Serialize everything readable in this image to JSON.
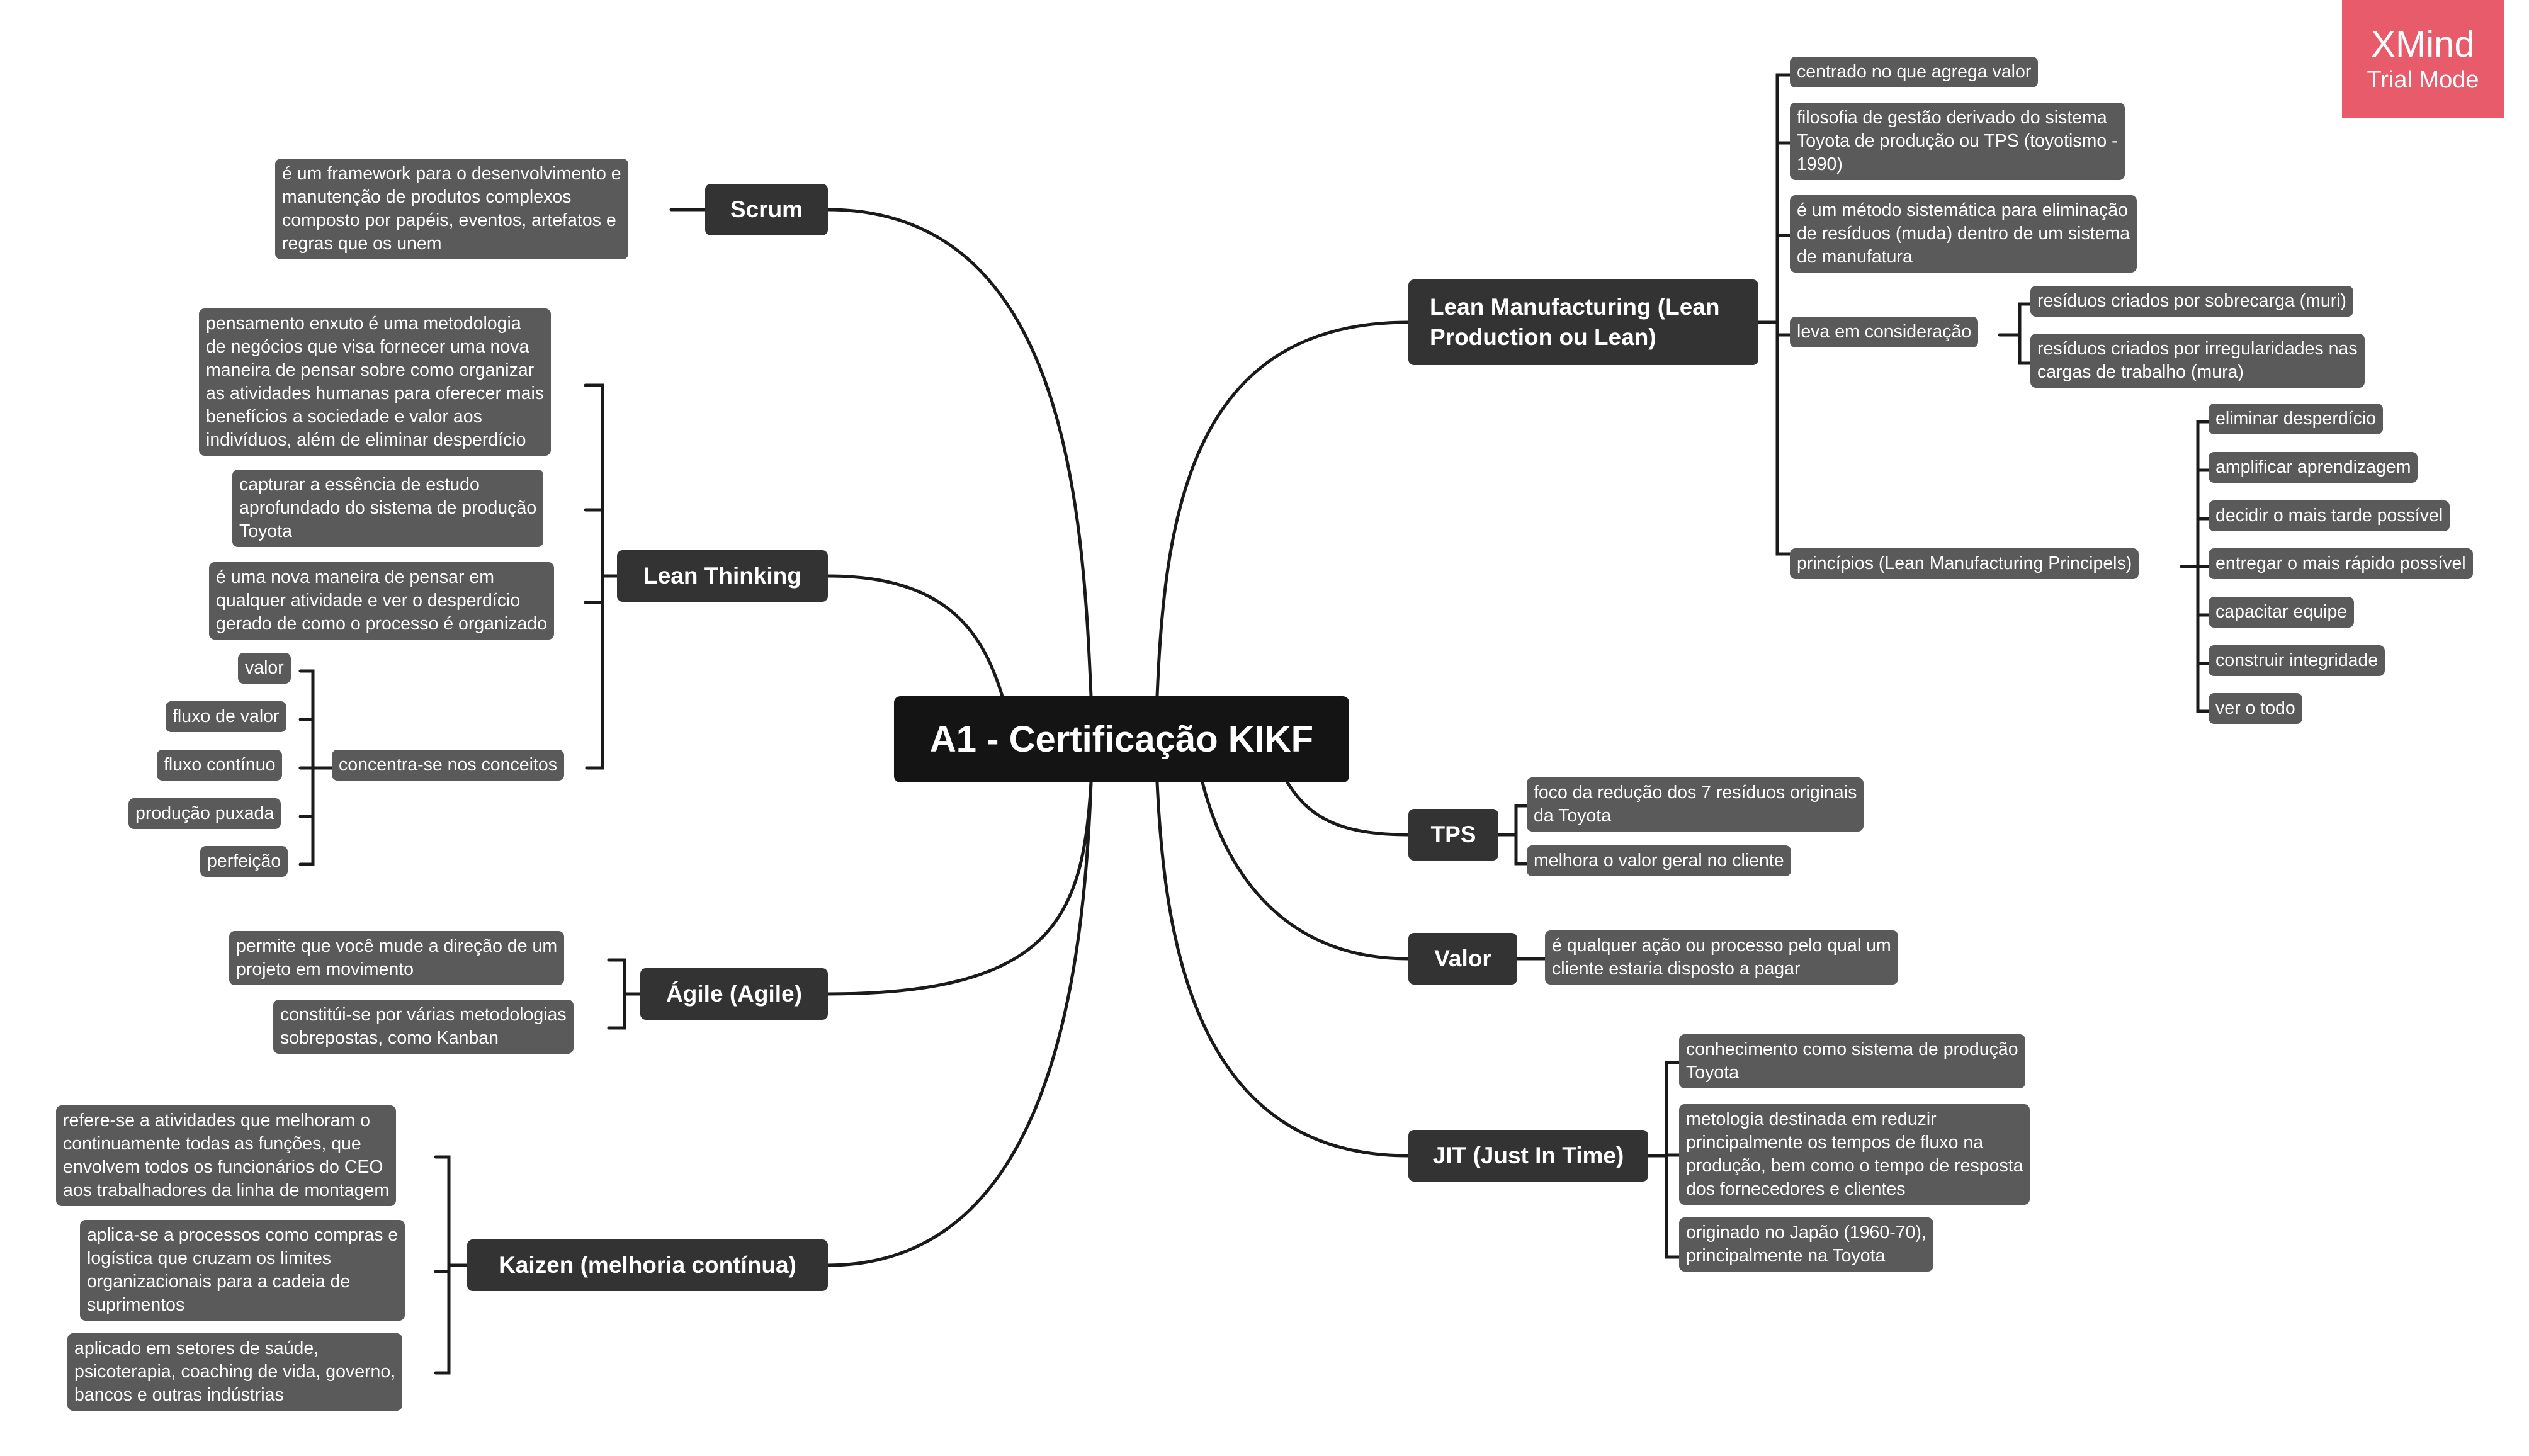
{
  "watermark": {
    "title": "XMind",
    "subtitle": "Trial Mode"
  },
  "central_topic": "A1 - Certificação KIKF",
  "topics": {
    "lean_manufacturing": {
      "label": "Lean Manufacturing (Lean\nProduction ou Lean)",
      "items": [
        "centrado no que agrega valor",
        "filosofia de gestão derivado do sistema\nToyota de produção ou TPS (toyotismo -\n1990)",
        "é um método sistemática para eliminação\nde resíduos (muda) dentro de um sistema\nde manufatura"
      ],
      "consideracao": {
        "label": "leva em consideração",
        "items": [
          "resíduos criados por sobrecarga (muri)",
          "resíduos criados por irregularidades nas\ncargas de trabalho (mura)"
        ]
      },
      "principios": {
        "label": "princípios (Lean Manufacturing Principels)",
        "items": [
          "eliminar desperdício",
          "amplificar aprendizagem",
          "decidir o mais tarde possível",
          "entregar o mais rápido possível",
          "capacitar equipe",
          "construir integridade",
          "ver o todo"
        ]
      }
    },
    "tps": {
      "label": "TPS",
      "items": [
        "foco da redução dos 7 resíduos originais\nda Toyota",
        "melhora o valor geral no cliente"
      ]
    },
    "valor": {
      "label": "Valor",
      "items": [
        "é qualquer ação ou processo pelo qual um\ncliente estaria disposto a pagar"
      ]
    },
    "jit": {
      "label": "JIT (Just In Time)",
      "items": [
        "conhecimento como sistema de produção\nToyota",
        "metologia destinada em reduzir\nprincipalmente os tempos de fluxo na\nprodução, bem como o tempo de resposta\ndos fornecedores e clientes",
        "originado no Japão (1960-70),\nprincipalmente na Toyota"
      ]
    },
    "scrum": {
      "label": "Scrum",
      "items": [
        "é um framework para o desenvolvimento e\nmanutenção de produtos complexos\ncomposto por papéis, eventos, artefatos e\nregras que os unem"
      ]
    },
    "lean_thinking": {
      "label": "Lean Thinking",
      "items": [
        "pensamento enxuto é uma metodologia\nde negócios que visa fornecer uma nova\nmaneira de pensar sobre como organizar\nas atividades humanas para oferecer mais\nbenefícios a sociedade e valor aos\nindivíduos, além de eliminar desperdício",
        "capturar a essência de estudo\naprofundado do sistema de produção\nToyota",
        "é uma nova maneira de pensar em\nqualquer atividade e ver o desperdício\ngerado de como o processo é organizado"
      ],
      "conceitos": {
        "label": "concentra-se nos conceitos",
        "items": [
          "valor",
          "fluxo de valor",
          "fluxo contínuo",
          "produção puxada",
          "perfeição"
        ]
      }
    },
    "agile": {
      "label": "Ágile (Agile)",
      "items": [
        "permite que você mude a direção de um\nprojeto em movimento",
        "constitúi-se por várias metodologias\nsobrepostas, como Kanban"
      ]
    },
    "kaizen": {
      "label": "Kaizen (melhoria contínua)",
      "items": [
        "refere-se a atividades que melhoram o\ncontinuamente todas as funções, que\nenvolvem todos os funcionários do CEO\naos trabalhadores da linha de montagem",
        "aplica-se a processos como compras e\nlogística que cruzam os limites\norganizacionais para a cadeia de\nsuprimentos",
        "aplicado em setores de saúde,\npsicoterapia, coaching de vida, governo,\nbancos e outras indústrias"
      ]
    }
  }
}
